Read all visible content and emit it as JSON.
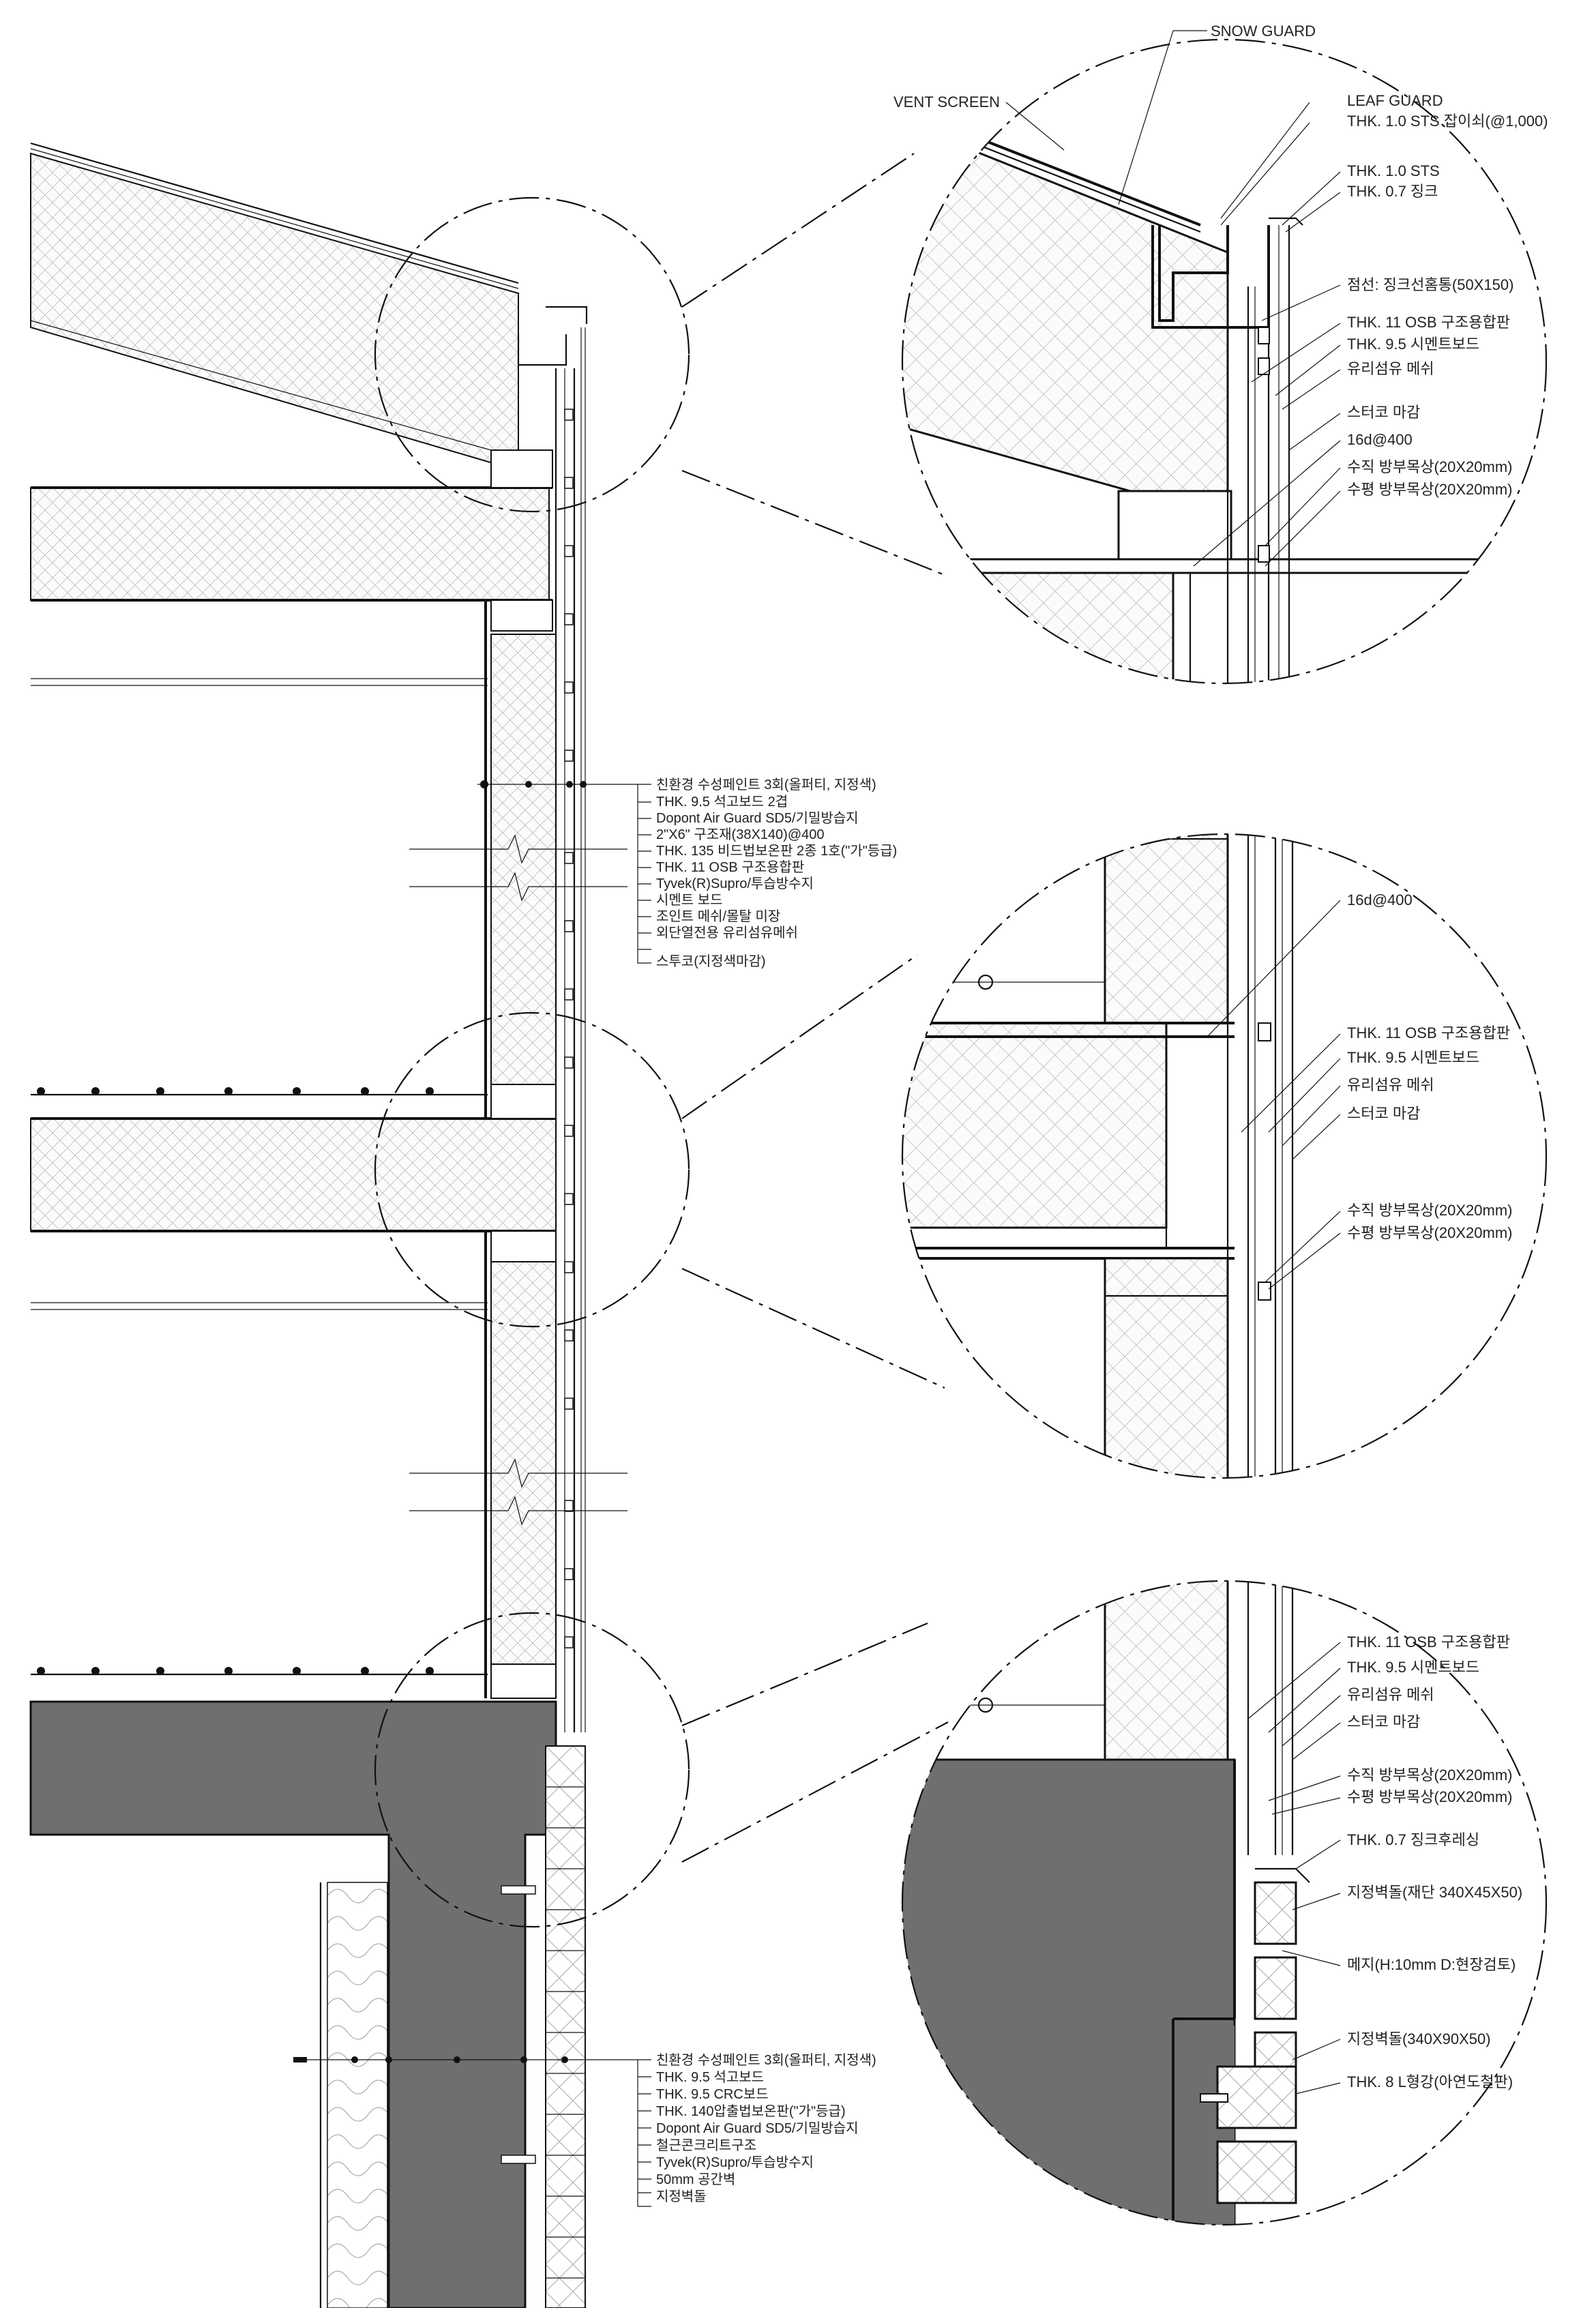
{
  "colors": {
    "line": "#111111",
    "concrete": "#6f6f6f",
    "text": "#222222",
    "paper": "#ffffff"
  },
  "roof_detail": {
    "snow_guard": "SNOW GUARD",
    "vent_screen": "VENT SCREEN",
    "labels": [
      "LEAF GUARD",
      "THK. 1.0 STS 잡이쇠(@1,000)",
      "THK. 1.0 STS",
      "THK. 0.7 징크",
      "점선: 징크선홈통(50X150)",
      "THK. 11 OSB 구조용합판",
      "THK. 9.5 시멘트보드",
      "유리섬유 메쉬",
      "스터코 마감",
      "16d@400",
      "수직 방부목상(20X20mm)",
      "수평 방부목상(20X20mm)"
    ]
  },
  "wall_callout": {
    "labels": [
      "친환경 수성페인트 3회(올퍼티, 지정색)",
      "THK. 9.5 석고보드 2겹",
      "Dopont Air Guard SD5/기밀방습지",
      "2\"X6\" 구조재(38X140)@400",
      "THK. 135 비드법보온판 2종 1호(\"가\"등급)",
      "THK. 11 OSB 구조용합판",
      "Tyvek(R)Supro/투습방수지",
      "시멘트 보드",
      "조인트 메쉬/몰탈 미장",
      "외단열전용 유리섬유메쉬",
      "스투코(지정색마감)"
    ]
  },
  "floor_detail": {
    "labels": [
      "16d@400",
      "THK. 11 OSB 구조용합판",
      "THK. 9.5 시멘트보드",
      "유리섬유 메쉬",
      "스터코 마감",
      "수직 방부목상(20X20mm)",
      "수평 방부목상(20X20mm)"
    ]
  },
  "base_detail": {
    "labels": [
      "THK. 11 OSB 구조용합판",
      "THK. 9.5 시멘트보드",
      "유리섬유 메쉬",
      "스터코 마감",
      "수직 방부목상(20X20mm)",
      "수평 방부목상(20X20mm)",
      "THK. 0.7 징크후레싱",
      "지정벽돌(재단 340X45X50)",
      "메지(H:10mm D:현장검토)",
      "지정벽돌(340X90X50)",
      "THK. 8 L형강(아연도철판)"
    ]
  },
  "basement_callout": {
    "labels": [
      "친환경 수성페인트 3회(올퍼티, 지정색)",
      "THK. 9.5 석고보드",
      "THK. 9.5 CRC보드",
      "THK. 140압출법보온판(\"가\"등급)",
      "Dopont Air Guard SD5/기밀방습지",
      "철근콘크리트구조",
      "Tyvek(R)Supro/투습방수지",
      "50mm 공간벽",
      "지정벽돌"
    ]
  }
}
